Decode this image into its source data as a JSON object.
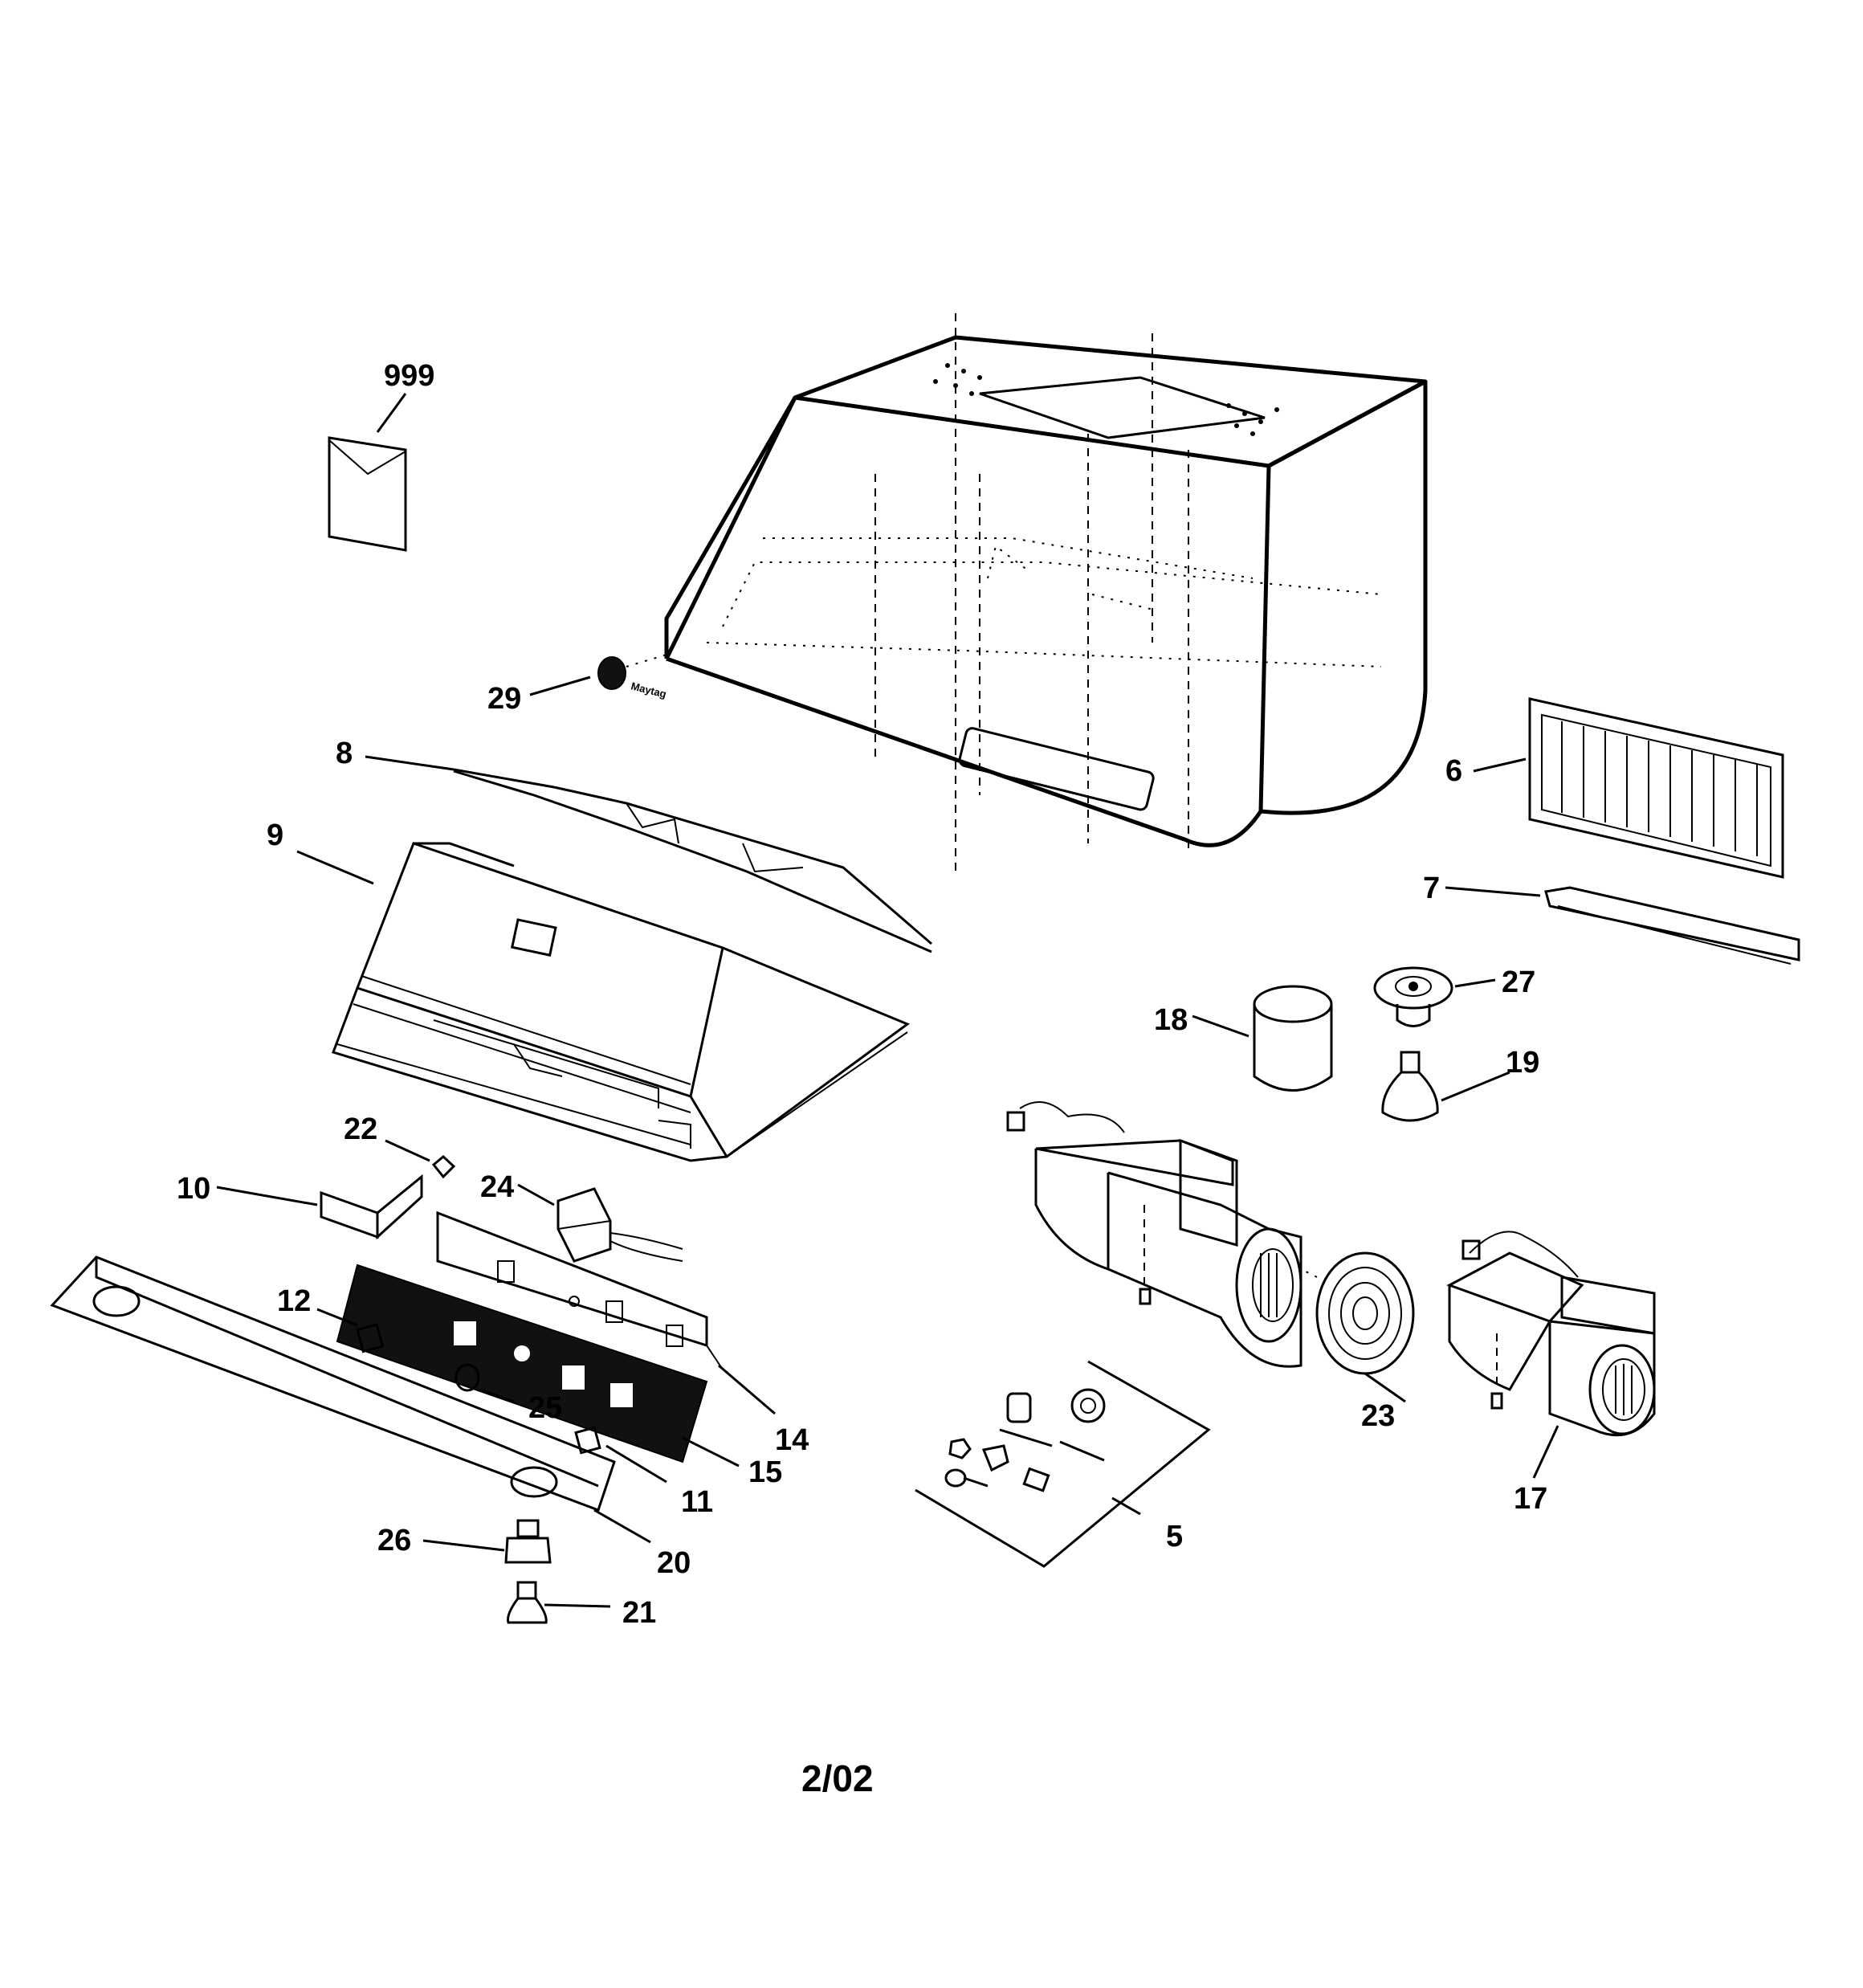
{
  "callouts": {
    "c999": "999",
    "c29": "29",
    "c8": "8",
    "c9": "9",
    "c6": "6",
    "c7": "7",
    "c27": "27",
    "c18": "18",
    "c19": "19",
    "c22": "22",
    "c10": "10",
    "c24": "24",
    "c12": "12",
    "c25": "25",
    "c14": "14",
    "c15": "15",
    "c11": "11",
    "c23": "23",
    "c17": "17",
    "c5": "5",
    "c26": "26",
    "c20": "20",
    "c21": "21"
  },
  "footer": {
    "page_code": "2/02"
  }
}
